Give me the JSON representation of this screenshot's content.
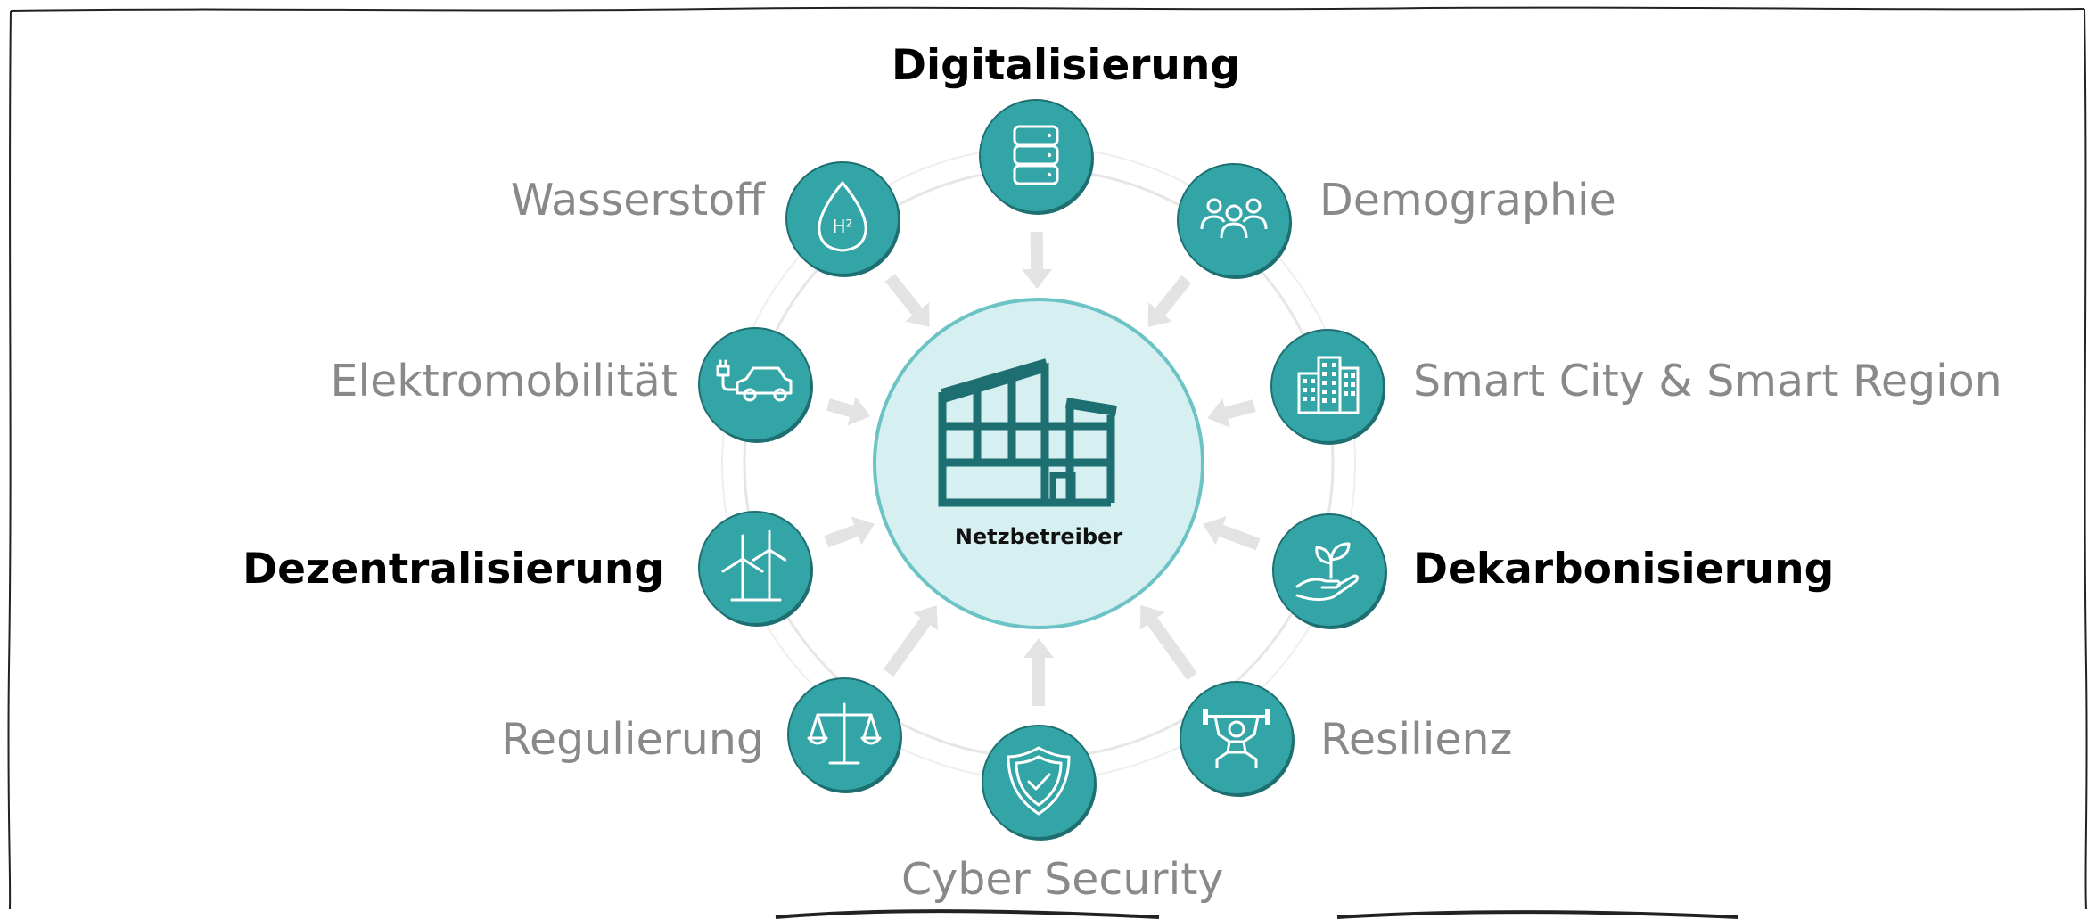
{
  "center": {
    "label": "Netzbetreiber",
    "icon": "factory-building-icon"
  },
  "factors": [
    {
      "id": "digitalisierung",
      "label": "Digitalisierung",
      "bold": true,
      "icon": "database-icon"
    },
    {
      "id": "demographie",
      "label": "Demographie",
      "bold": false,
      "icon": "people-group-icon"
    },
    {
      "id": "smart-city",
      "label": "Smart City & Smart Region",
      "bold": false,
      "icon": "city-buildings-icon"
    },
    {
      "id": "dekarbonisierung",
      "label": "Dekarbonisierung",
      "bold": true,
      "icon": "hand-plant-icon"
    },
    {
      "id": "resilienz",
      "label": "Resilienz",
      "bold": false,
      "icon": "weightlifter-icon"
    },
    {
      "id": "cyber-security",
      "label": "Cyber Security",
      "bold": false,
      "icon": "shield-check-icon"
    },
    {
      "id": "regulierung",
      "label": "Regulierung",
      "bold": false,
      "icon": "scales-icon"
    },
    {
      "id": "dezentralisierung",
      "label": "Dezentralisierung",
      "bold": true,
      "icon": "wind-turbines-icon"
    },
    {
      "id": "elektromobilitaet",
      "label": "Elektromobilität",
      "bold": false,
      "icon": "electric-car-icon"
    },
    {
      "id": "wasserstoff",
      "label": "Wasserstoff",
      "bold": false,
      "icon": "hydrogen-drop-icon",
      "icon_text": "H²"
    }
  ],
  "colors": {
    "teal": "#34A5A7",
    "teal_dark": "#1E6F71",
    "center_fill": "#D6EFF0",
    "center_stroke": "#6CC3C5",
    "label_gray": "#898989",
    "arrow": "#E3E3E3",
    "ring": "#E6E6E6"
  }
}
